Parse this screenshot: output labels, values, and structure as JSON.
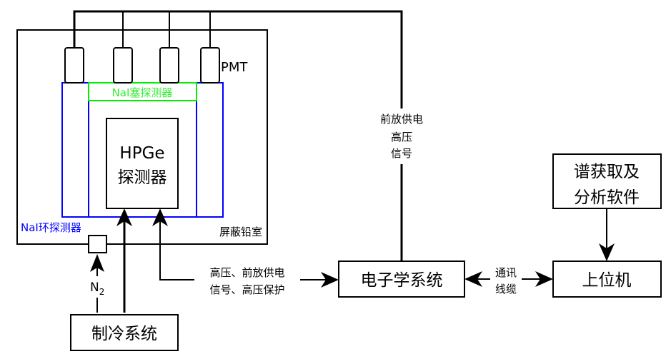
{
  "diagram": {
    "title": "HPGe anti-Compton spectrometer system",
    "colors": {
      "line": "#000000",
      "nai_ring": "#0000ff",
      "nai_plug": "#00dd00",
      "background": "#ffffff"
    },
    "nodes": {
      "pmt_label": "PMT",
      "nai_plug_label": "NaI塞探测器",
      "hpge_line1": "HPGe",
      "hpge_line2": "探测器",
      "nai_ring_label": "NaI环探测器",
      "lead_shield_label": "屏蔽铅室",
      "cooling_system": "制冷系统",
      "electronics_system": "电子学系统",
      "software_line1": "谱获取及",
      "software_line2": "分析软件",
      "host_computer": "上位机"
    },
    "edges": {
      "n2_label_main": "N",
      "n2_label_sub": "2",
      "hpge_link_line1": "高压、前放供电",
      "hpge_link_line2": "信号、高压保护",
      "pmt_link_line1": "前放供电",
      "pmt_link_line2": "高压",
      "pmt_link_line3": "信号",
      "comm_line1": "通讯",
      "comm_line2": "线缆"
    },
    "pmt_count": 4
  }
}
